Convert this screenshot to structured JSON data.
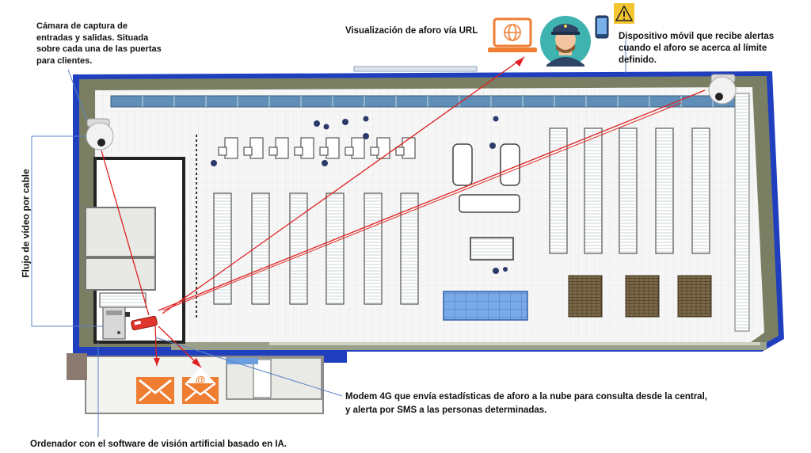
{
  "labels": {
    "camera": "Cámara de captura de entradas y salidas. Situada sobre cada una de las puertas para clientes.",
    "video_flow": "Flujo de vídeo por cable",
    "url_view": "Visualización de aforo vía URL",
    "mobile": "Dispositivo móvil que recibe alertas cuando el aforo se acerca al límite definido.",
    "modem_line1": "Modem 4G que envía estadísticas de aforo a la nube para consulta desde la central,",
    "modem_line2": "y alerta por SMS a las personas determinadas.",
    "computer": "Ordenador con el software de visión artificial basado en IA.",
    "email_symbol": "@"
  },
  "colors": {
    "outer_wall": "#1f3fbf",
    "inner_wall": "#7a7f63",
    "floor": "#f3f4f3",
    "red_line": "#e02020",
    "blue_line": "#5a86c8",
    "orange": "#ef7d32",
    "avatar_bg": "#3fb3b0",
    "pallet": "#6b5a3e",
    "freezer": "#6a9ee0"
  },
  "icons": [
    "camera-icon",
    "laptop-icon",
    "globe-icon",
    "security-guard-icon",
    "mobile-phone-icon",
    "warning-icon",
    "computer-tower-icon",
    "modem-icon",
    "envelope-icon",
    "email-icon"
  ]
}
